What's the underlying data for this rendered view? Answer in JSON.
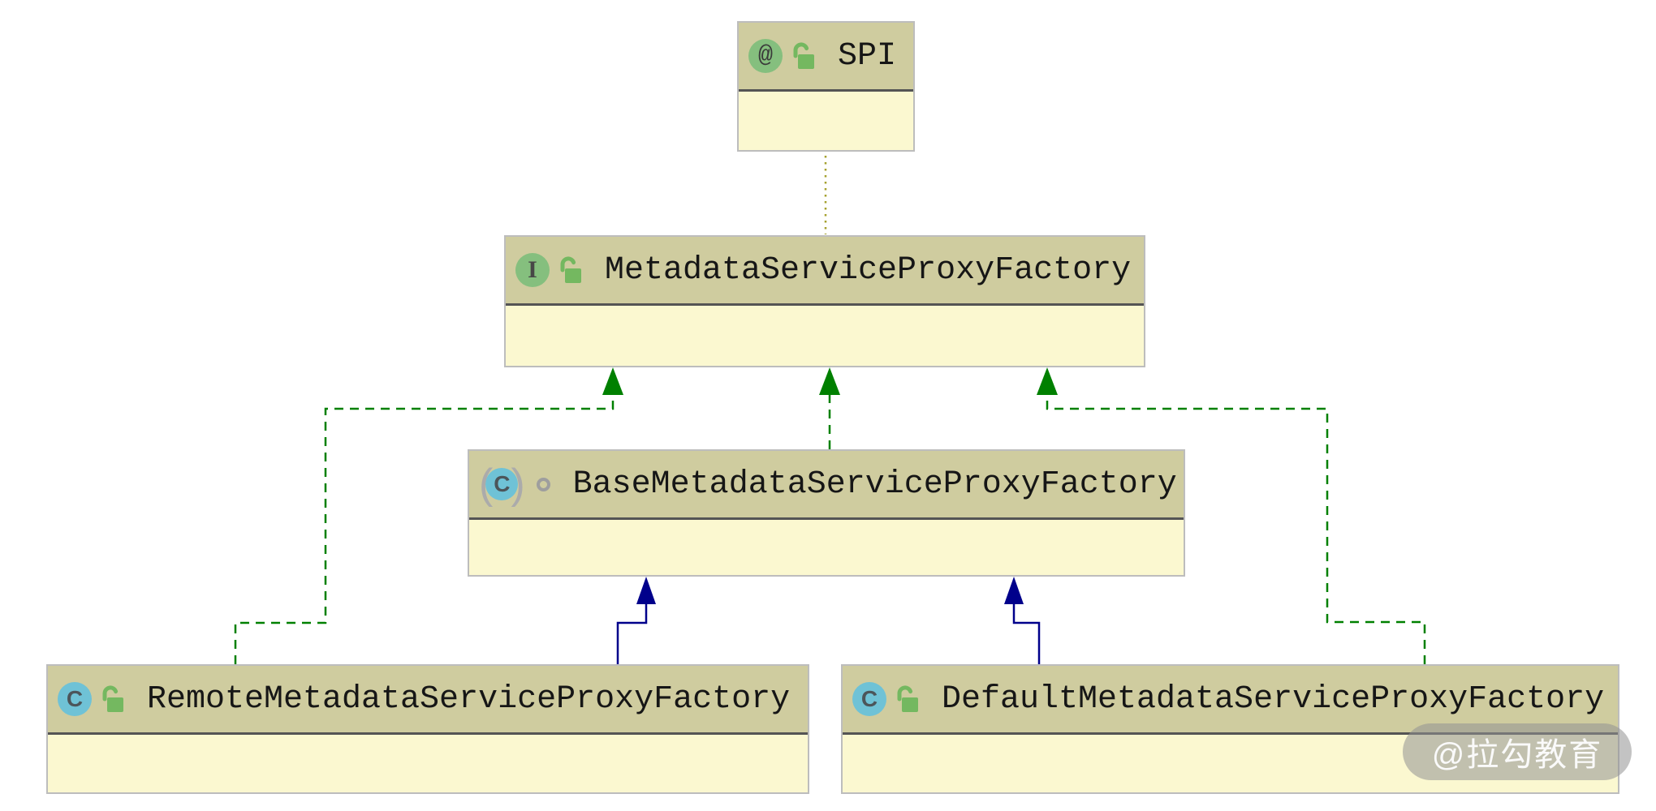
{
  "diagram_type": "uml-class-diagram",
  "colors": {
    "node_header": "#cfcc9f",
    "node_body": "#fbf8d0",
    "node_border": "#bdbdbd",
    "header_divider": "#545454",
    "implements_edge_green": "#008000",
    "extends_edge_blue": "#00008b",
    "annotation_edge_olive": "#a6a12f",
    "annotation_icon_bg": "#85bf7e",
    "interface_icon_bg": "#85bf7e",
    "class_icon_bg": "#6fc2d6",
    "public_lock_icon": "#74b860",
    "package_local_ring": "#9e9e9e"
  },
  "nodes": [
    {
      "id": "spi",
      "name": "SPI",
      "kind": "annotation",
      "icon_glyph": "@",
      "visibility": "public"
    },
    {
      "id": "metadata-service-proxy-factory",
      "name": "MetadataServiceProxyFactory",
      "kind": "interface",
      "icon_glyph": "I",
      "visibility": "public"
    },
    {
      "id": "base-metadata-service-proxy-factory",
      "name": "BaseMetadataServiceProxyFactory",
      "kind": "abstract-class",
      "icon_glyph": "C",
      "paren_open": "(",
      "paren_close": ")",
      "visibility": "package-local"
    },
    {
      "id": "remote-metadata-service-proxy-factory",
      "name": "RemoteMetadataServiceProxyFactory",
      "kind": "class",
      "icon_glyph": "C",
      "visibility": "public"
    },
    {
      "id": "default-metadata-service-proxy-factory",
      "name": "DefaultMetadataServiceProxyFactory",
      "kind": "class",
      "icon_glyph": "C",
      "visibility": "public"
    }
  ],
  "edges": [
    {
      "from": "MetadataServiceProxyFactory",
      "to": "SPI",
      "type": "annotated-with"
    },
    {
      "from": "BaseMetadataServiceProxyFactory",
      "to": "MetadataServiceProxyFactory",
      "type": "implements"
    },
    {
      "from": "RemoteMetadataServiceProxyFactory",
      "to": "MetadataServiceProxyFactory",
      "type": "implements"
    },
    {
      "from": "DefaultMetadataServiceProxyFactory",
      "to": "MetadataServiceProxyFactory",
      "type": "implements"
    },
    {
      "from": "RemoteMetadataServiceProxyFactory",
      "to": "BaseMetadataServiceProxyFactory",
      "type": "extends"
    },
    {
      "from": "DefaultMetadataServiceProxyFactory",
      "to": "BaseMetadataServiceProxyFactory",
      "type": "extends"
    }
  ],
  "watermark": {
    "text": "@拉勾教育"
  }
}
